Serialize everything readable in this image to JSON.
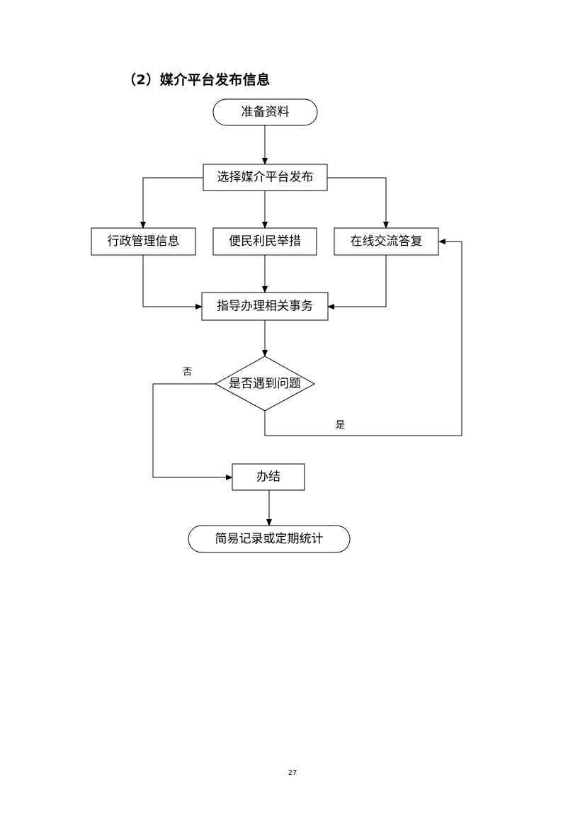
{
  "heading": "（2）媒介平台发布信息",
  "nodes": {
    "prepare": "准备资料",
    "select_platform": "选择媒介平台发布",
    "admin_info": "行政管理信息",
    "convenience": "便民利民举措",
    "online_reply": "在线交流答复",
    "guide": "指导办理相关事务",
    "decision": "是否遇到问题",
    "complete": "办结",
    "record": "简易记录或定期统计"
  },
  "edges": {
    "no": "否",
    "yes": "是"
  },
  "page_number": "27"
}
